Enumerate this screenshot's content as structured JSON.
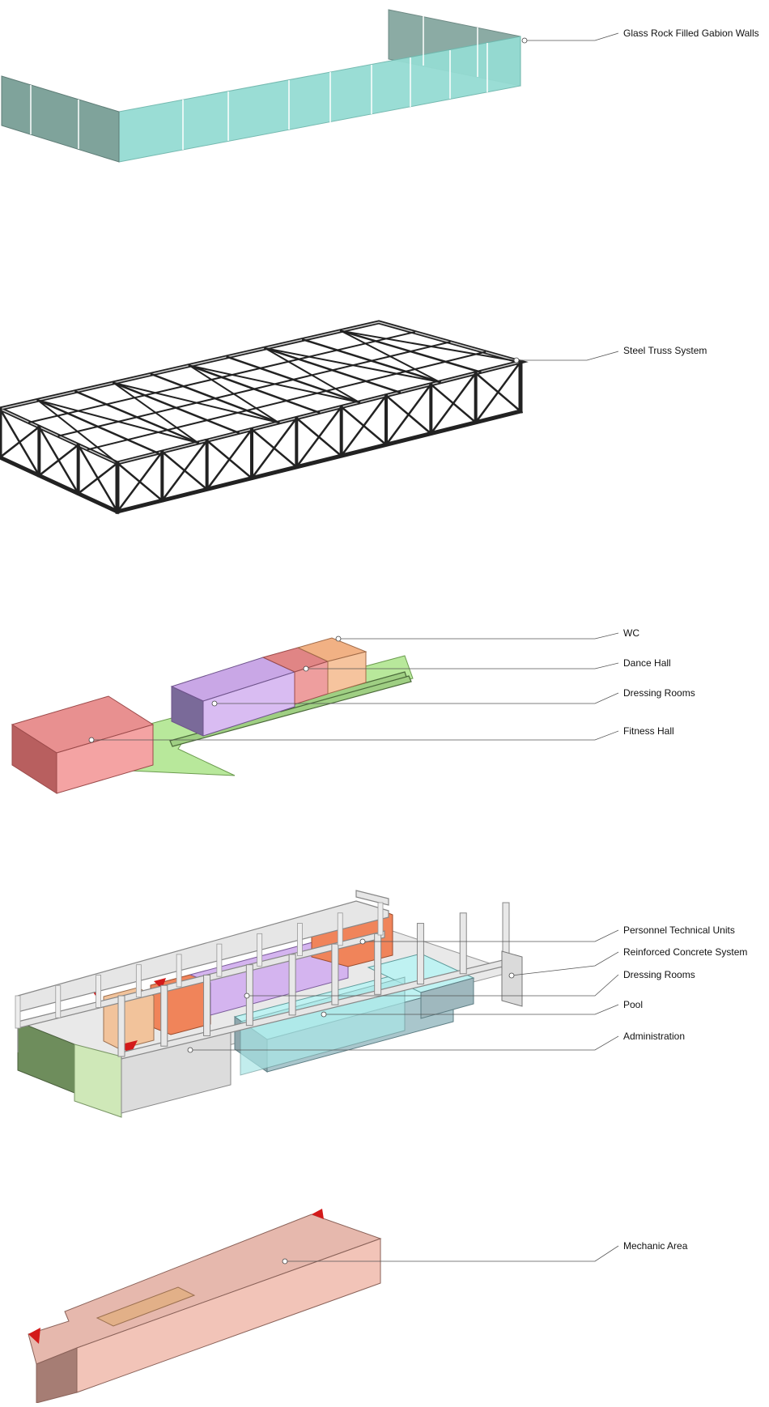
{
  "colors": {
    "gabion_light": "#95dcd3",
    "gabion_dark": "#7fa39b",
    "truss": "#222222",
    "slab": "#b8e89b",
    "pink_box": "#f08c8c",
    "lilac_box": "#c9a7e6",
    "orange_box": "#f3b98c",
    "concrete": "#d8d8d8",
    "pool": "#bff2f2",
    "mechanic": "#e6b8ad",
    "red_accent": "#d31a1a"
  },
  "components": [
    {
      "id": "gabion",
      "label": "Glass Rock Filled Gabion Walls"
    },
    {
      "id": "truss",
      "label": "Steel Truss System"
    },
    {
      "id": "wc",
      "label": "WC"
    },
    {
      "id": "dance",
      "label": "Dance Hall"
    },
    {
      "id": "dressing1",
      "label": "Dressing Rooms"
    },
    {
      "id": "fitness",
      "label": "Fitness Hall"
    },
    {
      "id": "ptu",
      "label": "Personnel Technical Units"
    },
    {
      "id": "rcs",
      "label": "Reinforced Concrete System"
    },
    {
      "id": "dressing2",
      "label": "Dressing Rooms"
    },
    {
      "id": "pool",
      "label": "Pool"
    },
    {
      "id": "admin",
      "label": "Administration"
    },
    {
      "id": "mech",
      "label": "Mechanic Area"
    }
  ]
}
